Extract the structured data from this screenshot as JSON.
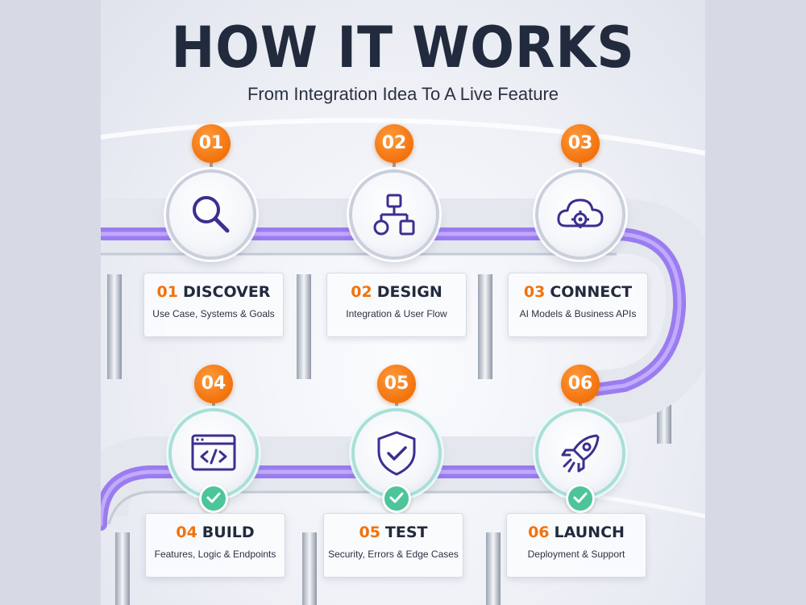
{
  "header": {
    "title": "HOW IT WORKS",
    "subtitle": "From Integration Idea To A Live Feature"
  },
  "colors": {
    "accent_orange": "#f2720c",
    "track_purple": "#9b7cf0",
    "check_green": "#4cc59a",
    "icon_purple": "#3c2f8f",
    "text_dark": "#222b3d"
  },
  "steps": [
    {
      "badge": "01",
      "num": "01",
      "title": "DISCOVER",
      "desc": "Use Case, Systems & Goals",
      "icon": "search-icon",
      "completed": false
    },
    {
      "badge": "02",
      "num": "02",
      "title": "DESIGN",
      "desc": "Integration & User Flow",
      "icon": "flowchart-icon",
      "completed": false
    },
    {
      "badge": "03",
      "num": "03",
      "title": "CONNECT",
      "desc": "AI Models & Business APIs",
      "icon": "cloud-gear-icon",
      "completed": false
    },
    {
      "badge": "04",
      "num": "04",
      "title": "BUILD",
      "desc": "Features, Logic & Endpoints",
      "icon": "code-window-icon",
      "completed": true
    },
    {
      "badge": "05",
      "num": "05",
      "title": "TEST",
      "desc": "Security, Errors & Edge Cases",
      "icon": "shield-check-icon",
      "completed": true
    },
    {
      "badge": "06",
      "num": "06",
      "title": "LAUNCH",
      "desc": "Deployment & Support",
      "icon": "rocket-icon",
      "completed": true
    }
  ]
}
